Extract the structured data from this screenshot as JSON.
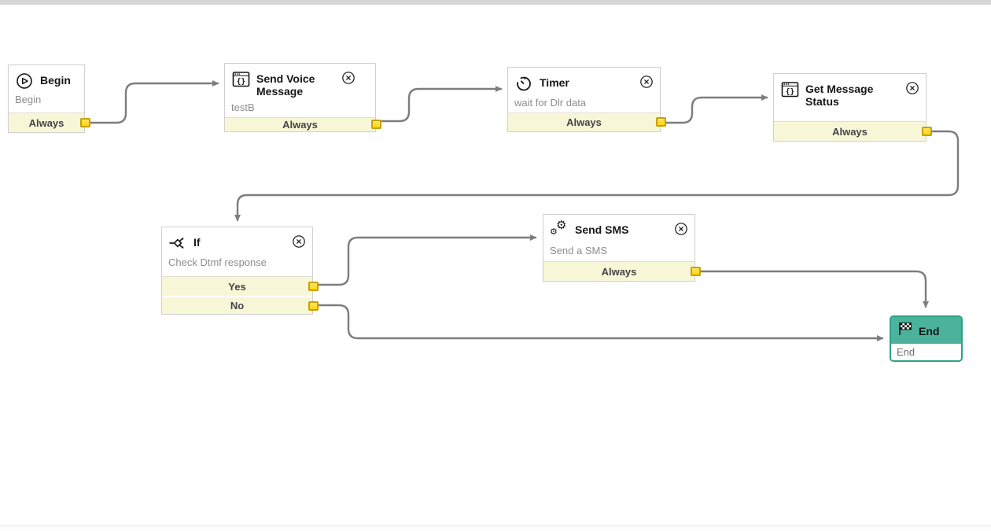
{
  "colors": {
    "row_yellow": "#f7f7d8",
    "port_yellow": "#ffd60a",
    "port_border": "#c7a006",
    "connector_gray": "#7d7d7d",
    "node_border": "#d0d0d0",
    "teal": "#4bb29c",
    "teal_border": "#2ba188",
    "title_color": "#161616",
    "subtitle_color": "#8d8d8d",
    "row_text": "#444444"
  },
  "nodes": {
    "begin": {
      "title": "Begin",
      "subtitle": "Begin",
      "icon": "play-icon",
      "outputs": [
        "Always"
      ]
    },
    "send_voice_message": {
      "title": "Send Voice Message",
      "subtitle": "testB",
      "icon": "code-window-icon",
      "outputs": [
        "Always"
      ]
    },
    "timer": {
      "title": "Timer",
      "subtitle": "wait for Dlr data",
      "icon": "timer-icon",
      "outputs": [
        "Always"
      ]
    },
    "get_message_status": {
      "title": "Get Message Status",
      "subtitle": "",
      "icon": "code-window-icon",
      "outputs": [
        "Always"
      ]
    },
    "if": {
      "title": "If",
      "subtitle": "Check Dtmf response",
      "icon": "branch-icon",
      "outputs": [
        "Yes",
        "No"
      ]
    },
    "send_sms": {
      "title": "Send SMS",
      "subtitle": "Send a SMS",
      "icon": "gears-icon",
      "outputs": [
        "Always"
      ]
    },
    "end": {
      "title": "End",
      "subtitle": "End",
      "icon": "checkered-flag-icon"
    }
  }
}
